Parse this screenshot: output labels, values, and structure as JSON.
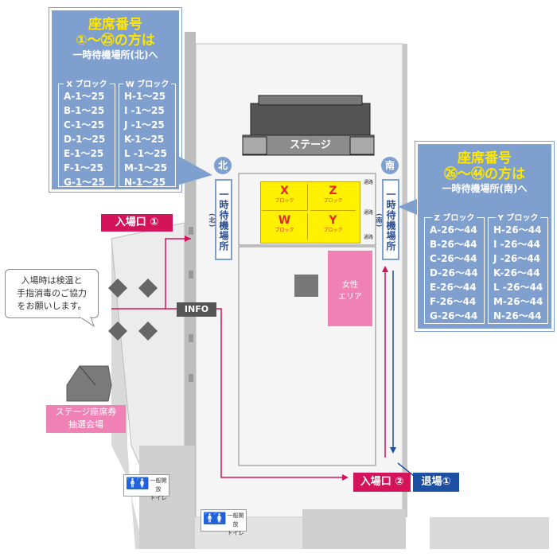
{
  "north_box": {
    "title": "座席番号",
    "range": "①〜㉕の方は",
    "dest": "一時待機場所(北)へ",
    "col1_head": "X ブロック",
    "col1_rows": [
      "A-1〜25",
      "B-1〜25",
      "C-1〜25",
      "D-1〜25",
      "E-1〜25",
      "F-1〜25",
      "G-1〜25"
    ],
    "col2_head": "W ブロック",
    "col2_rows": [
      "H-1〜25",
      "I -1〜25",
      "J -1〜25",
      "K-1〜25",
      "L -1〜25",
      "M-1〜25",
      "N-1〜25"
    ]
  },
  "south_box": {
    "title": "座席番号",
    "range": "㉖〜㊹の方は",
    "dest": "一時待機場所(南)へ",
    "col1_head": "Z ブロック",
    "col1_rows": [
      "A-26〜44",
      "B-26〜44",
      "C-26〜44",
      "D-26〜44",
      "E-26〜44",
      "F-26〜44",
      "G-26〜44"
    ],
    "col2_head": "Y ブロック",
    "col2_rows": [
      "H-26〜44",
      "I -26〜44",
      "J -26〜44",
      "K-26〜44",
      "L -26〜44",
      "M-26〜44",
      "N-26〜44"
    ]
  },
  "stage_label": "ステージ",
  "north_circle": "北",
  "south_circle": "南",
  "north_wait": "一時待機場所",
  "north_wait_dir": "(北)",
  "south_wait": "一時待機場所",
  "south_wait_dir": "(南)",
  "blocks": [
    {
      "letter": "X",
      "sub": "ブロック"
    },
    {
      "letter": "Z",
      "sub": "ブロック"
    },
    {
      "letter": "W",
      "sub": "ブロック"
    },
    {
      "letter": "Y",
      "sub": "ブロック"
    }
  ],
  "passage_mark": "通路",
  "women_area": [
    "女性",
    "エリア"
  ],
  "entrance1": "入場口 ①",
  "entrance2": "入場口 ②",
  "exit1": "退場①",
  "info_label": "INFO",
  "notice": [
    "入場時は検温と",
    "手指消毒のご協力",
    "をお願いします。"
  ],
  "lottery": [
    "ステージ座席券",
    "抽選会場"
  ],
  "toilet1": [
    "一般開放",
    "トイレ"
  ],
  "toilet2": [
    "一般開放",
    "トイレ"
  ],
  "colors": {
    "blue_box": "#7f9fcf",
    "magenta": "#d4145a",
    "navy": "#1d4fa3",
    "yellow_block": "#fff100",
    "pink_area": "#f081b4"
  }
}
